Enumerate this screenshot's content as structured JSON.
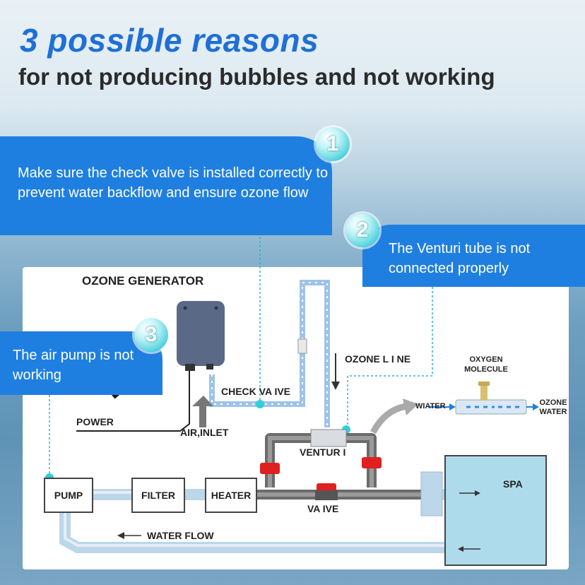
{
  "header": {
    "title": "3 possible reasons",
    "subtitle": "for not producing bubbles and not working"
  },
  "reasons": [
    {
      "number": "1",
      "text": "Make sure the check valve is installed correctly to prevent water backflow and ensure ozone flow"
    },
    {
      "number": "2",
      "text": "The Venturi tube is not connected properly"
    },
    {
      "number": "3",
      "text": "The air pump is not working"
    }
  ],
  "diagram": {
    "ozone_generator": "OZONE GENERATOR",
    "ozone_line": "OZONE L I NE",
    "check_valve": "CHECK VA IVE",
    "power": "POWER",
    "air_inlet": "AIR,INLET",
    "venturi": "VENTUR I",
    "valve": "VA IVE",
    "pump": "PUMP",
    "filter": "FILTER",
    "heater": "HEATER",
    "spa": "SPA",
    "water_flow": "WATER FLOW",
    "oxygen_molecule": "OXYGEN MOLECULE",
    "water_in": "WIATER",
    "ozone_water": "OZONE WATER"
  },
  "colors": {
    "title_blue": "#1f6fd6",
    "banner_blue": "#1f7fe0",
    "badge_cyan": "#4fd2dc",
    "valve_red": "#e02020",
    "pipe_grey": "#6b6b6b",
    "tube_blue": "#9fc3e8"
  }
}
